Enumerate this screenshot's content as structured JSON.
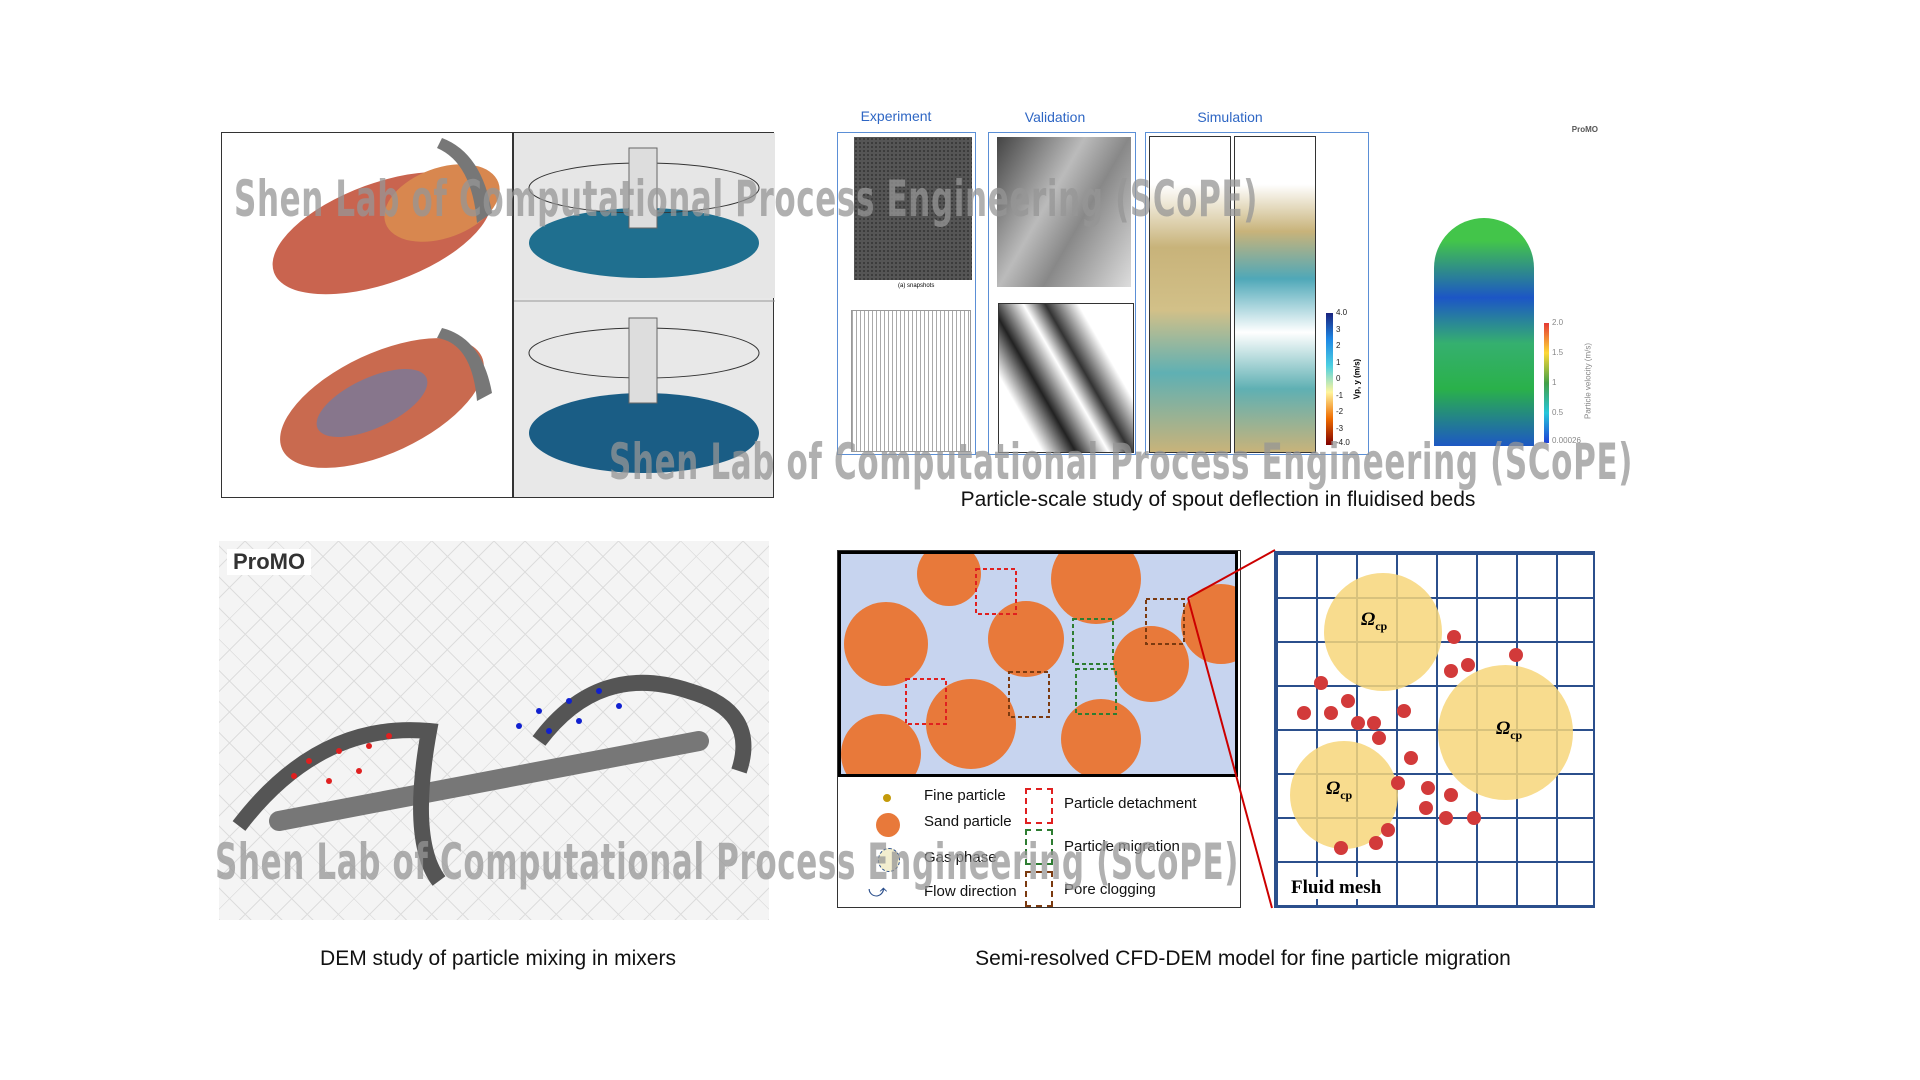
{
  "captions": {
    "spout": "Particle-scale study of spout deflection in fluidised beds",
    "mixers": "DEM study of particle mixing in mixers",
    "cfd": "Semi-resolved CFD-DEM model for fine particle migration"
  },
  "watermark": "Shen Lab of Computational Process Engineering (SCoPE)",
  "spout_panels": {
    "experiment": "Experiment",
    "validation": "Validation",
    "simulation": "Simulation",
    "snapshots_label": "(a) snapshots",
    "colorbar_label": "Vp, y (m/s)",
    "colorbar_ticks": [
      "4.0",
      "3",
      "2",
      "1",
      "0",
      "-1",
      "-2",
      "-3",
      "-4.0"
    ],
    "velocity_label": "Particle velocity (m/s)",
    "velocity_ticks": [
      "2.0",
      "1.5",
      "1",
      "0.5",
      "0.00026"
    ],
    "logo": "ProMO"
  },
  "mixer_panel": {
    "logo": "ProMO"
  },
  "cfd_legend": {
    "fine": "Fine particle",
    "sand": "Sand particle",
    "gas": "Gas phase",
    "flow": "Flow direction",
    "detachment": "Particle detachment",
    "migration": "Particle migration",
    "clogging": "Pore clogging"
  },
  "mesh": {
    "omega": "Ω",
    "omega_sub": "cp",
    "label": "Fluid mesh"
  },
  "colors": {
    "panel_blue": "#5b8fd6",
    "title_blue": "#2e66c4",
    "mesh_blue": "#2b4f8c",
    "fine_red": "#d23a3a",
    "zone_yellow": "#f7d67a",
    "sand_orange": "#e8793a",
    "fluid_bg": "#c7d4ef"
  }
}
